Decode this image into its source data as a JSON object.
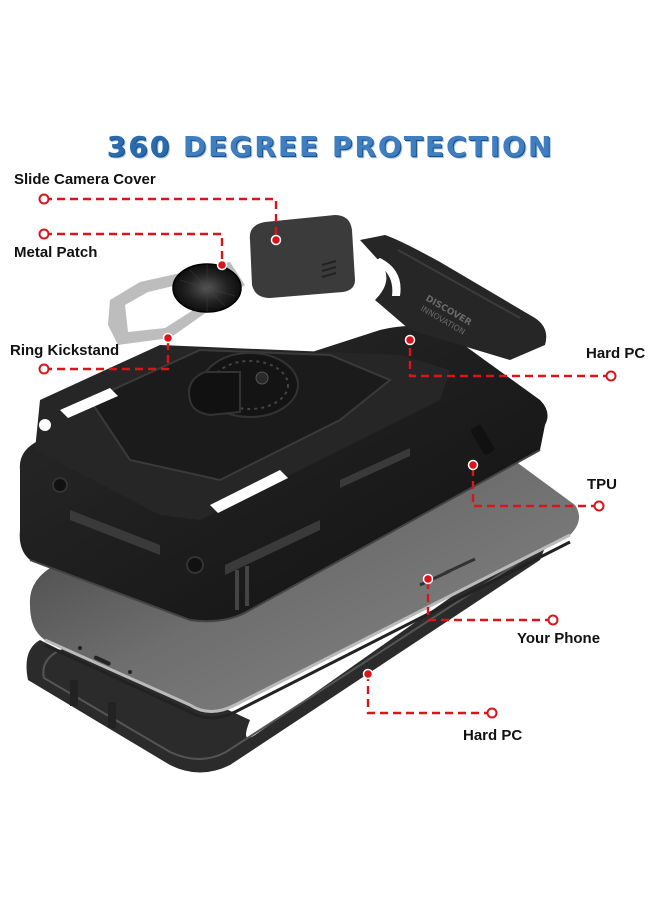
{
  "title": "360 DEGREE PROTECTION",
  "title_parts": {
    "number": "360",
    "rest": " DEGREE PROTECTION"
  },
  "colors": {
    "title_blue": "#3f7fc1",
    "callout_red": "#d9141b",
    "case_black": "#1e1e1e",
    "phone_gray": "#5a5a5a",
    "background": "#ffffff"
  },
  "callouts": [
    {
      "id": "slide-camera-cover",
      "label": "Slide Camera Cover",
      "side": "left"
    },
    {
      "id": "metal-patch",
      "label": "Metal Patch",
      "side": "left"
    },
    {
      "id": "ring-kickstand",
      "label": "Ring Kickstand",
      "side": "left"
    },
    {
      "id": "hard-pc-top",
      "label": "Hard PC",
      "side": "right"
    },
    {
      "id": "tpu",
      "label": "TPU",
      "side": "right"
    },
    {
      "id": "your-phone",
      "label": "Your Phone",
      "side": "right"
    },
    {
      "id": "hard-pc-bottom",
      "label": "Hard PC",
      "side": "right"
    }
  ],
  "embossed_text": {
    "line1": "DISCOVER",
    "line2": "INNOVATION"
  },
  "layers": [
    "Slide Camera Cover",
    "Metal Patch",
    "Ring Kickstand",
    "Hard PC",
    "TPU",
    "Your Phone",
    "Hard PC"
  ]
}
